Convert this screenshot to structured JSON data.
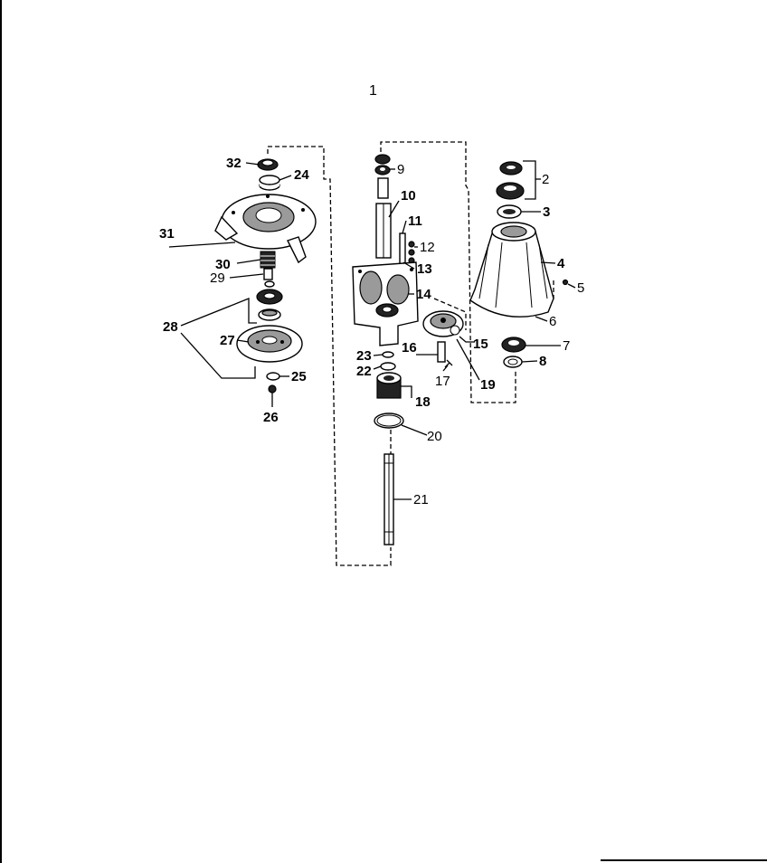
{
  "diagram": {
    "title": "1",
    "labels": {
      "p2": "2",
      "p3": "3",
      "p4": "4",
      "p5": "5",
      "p6": "6",
      "p7": "7",
      "p8": "8",
      "p9": "9",
      "p10": "10",
      "p11": "11",
      "p12": "12",
      "p13": "13",
      "p14": "14",
      "p15": "15",
      "p16": "16",
      "p17": "17",
      "p18": "18",
      "p19": "19",
      "p20": "20",
      "p21": "21",
      "p22": "22",
      "p23": "23",
      "p24": "24",
      "p25": "25",
      "p26": "26",
      "p27": "27",
      "p28": "28",
      "p29": "29",
      "p30": "30",
      "p31": "31",
      "p32": "32"
    }
  }
}
